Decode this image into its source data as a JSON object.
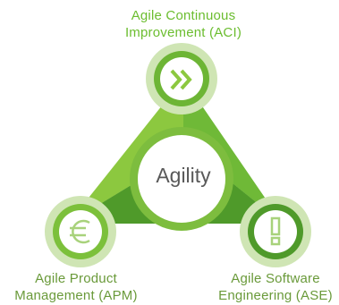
{
  "center": {
    "label": "Agility"
  },
  "nodes": {
    "top": {
      "line1": "Agile Continuous",
      "line2": "Improvement (ACI)",
      "icon": "double-chevron-right-icon"
    },
    "left": {
      "line1": "Agile Product",
      "line2": "Management (APM)",
      "icon": "euro-sign-icon"
    },
    "right": {
      "line1": "Agile Software",
      "line2": "Engineering (ASE)",
      "icon": "exclamation-icon"
    }
  },
  "colors": {
    "light_green": "#8cc83f",
    "mid_green": "#6db535",
    "dark_green": "#4f9a2a",
    "ring_green": "#cfe5b4",
    "label_top": "#6bbd2f",
    "label_bottom": "#6a9a3a",
    "center_text": "#595959"
  }
}
